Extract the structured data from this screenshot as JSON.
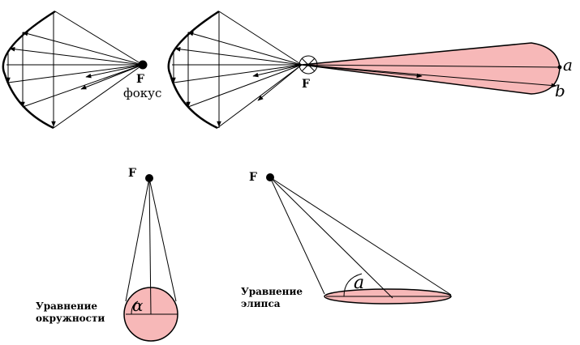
{
  "labels": {
    "focus_1": "F",
    "focus_word": "фокус",
    "focus_2": "F",
    "beam_a": "a",
    "beam_b": "b",
    "focus_3": "F",
    "focus_4": "F",
    "circle_angle": "α",
    "ellipse_angle": "a",
    "circle_eq_line1": "Уравнение",
    "circle_eq_line2": "окружности",
    "ellipse_eq_line1": "Уравнение",
    "ellipse_eq_line2": "элипса"
  },
  "colors": {
    "beam_fill": "#f7b8b8",
    "ink": "#000000"
  }
}
